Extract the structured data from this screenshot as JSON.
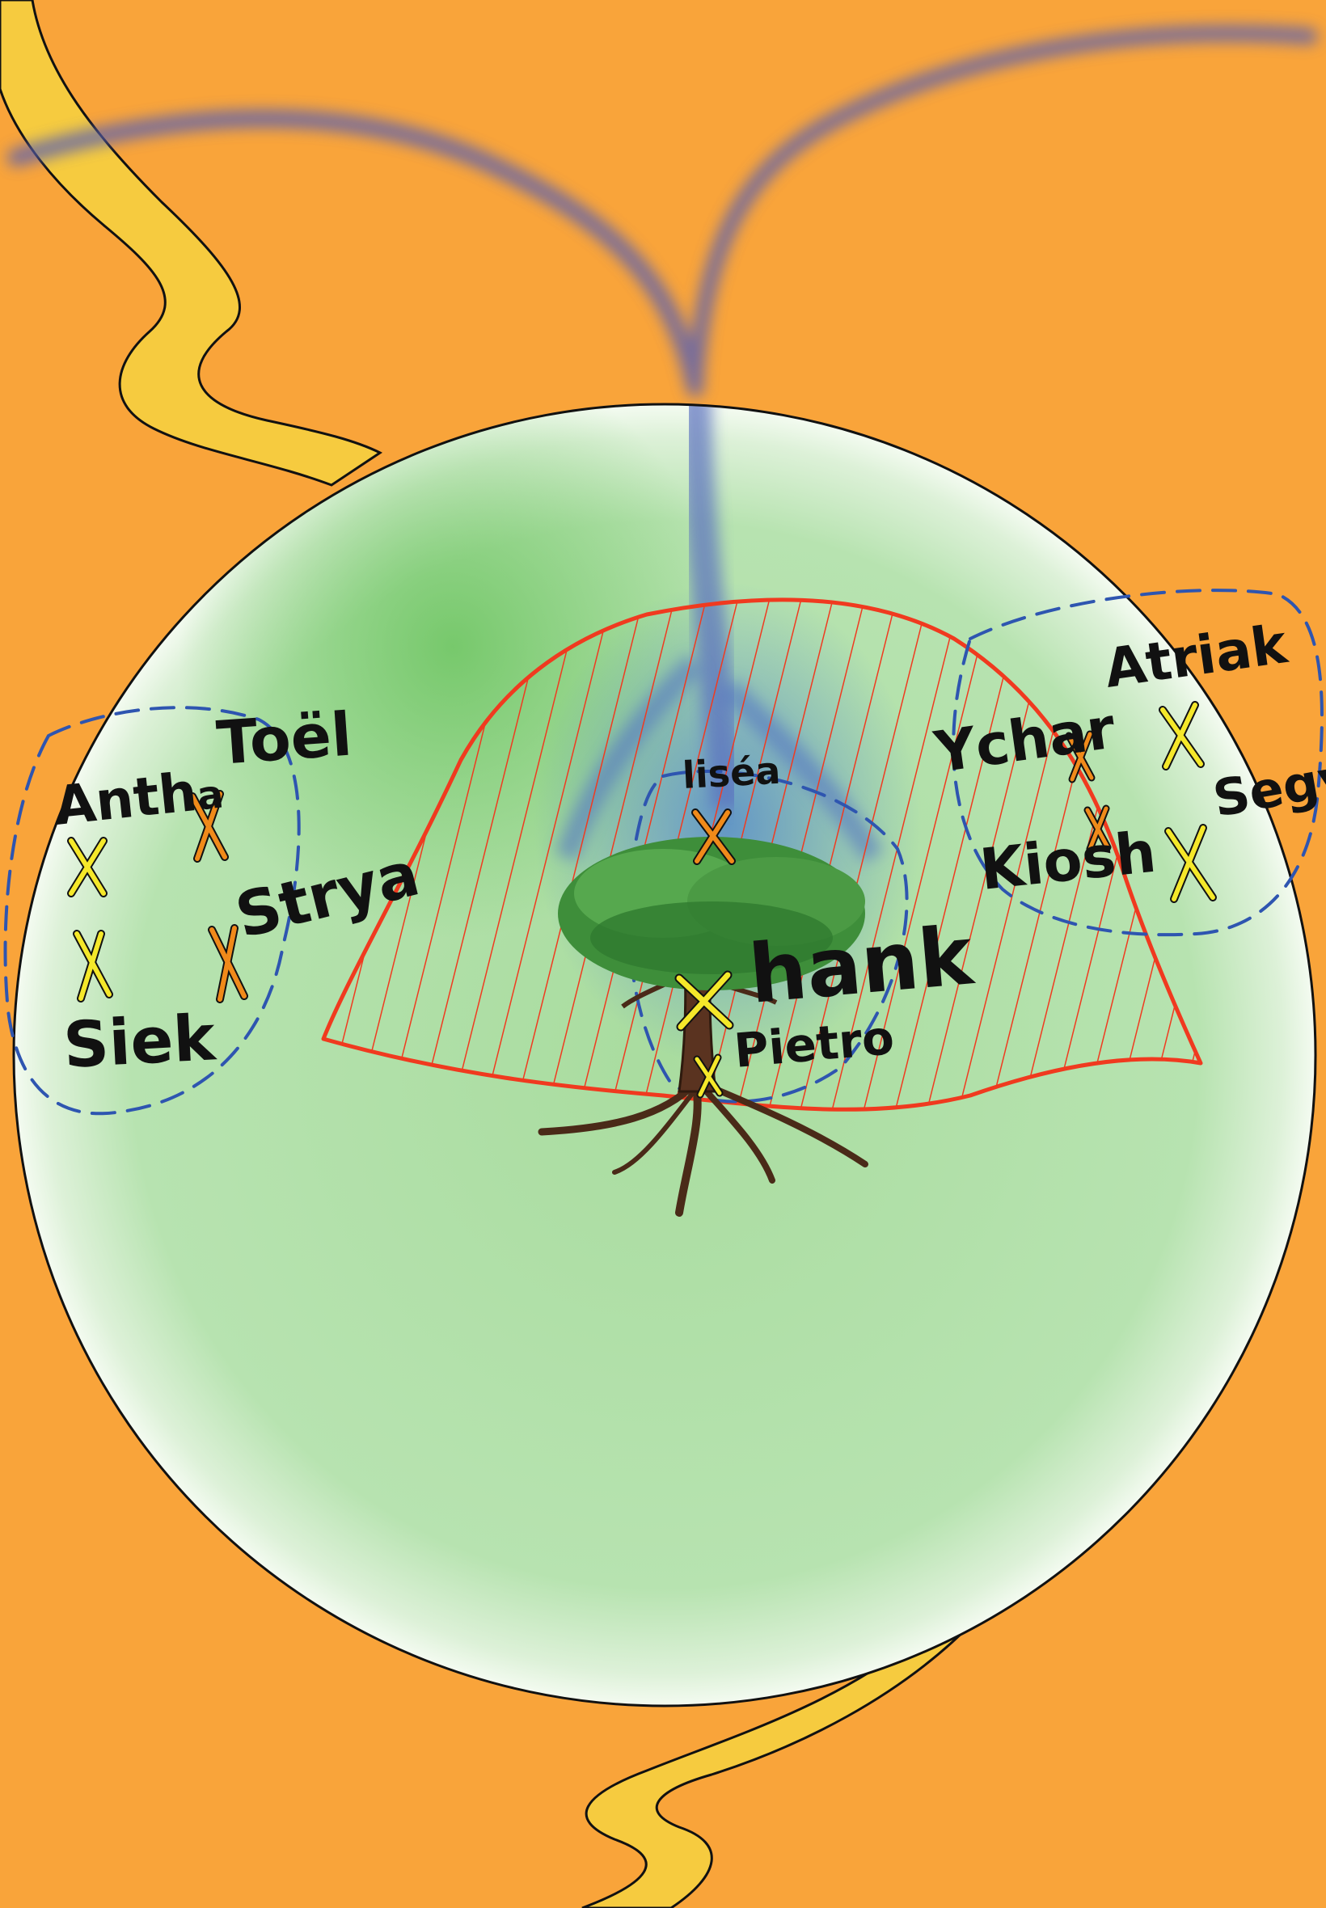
{
  "colors": {
    "background": "#F9A43A",
    "river": "#F6CB3F",
    "globe_fill": "#B7E3B0",
    "globe_dark": "#79C86E",
    "territory": "#F03A1F",
    "boundary": "#2E55B0",
    "smoke": "#5A60B0",
    "marker_yellow": "#F5E82A",
    "marker_orange": "#F08A1A",
    "trunk": "#5A3320",
    "canopy": "#3E8E3A"
  },
  "labels": {
    "anthia": "Anth",
    "anthia_suffix": "a",
    "toel": "Toël",
    "strya": "Strya",
    "siek": "Siek",
    "lisea": "liséa",
    "hank": "hank",
    "pietro": "Pietro",
    "ychar": "Ychar",
    "kiosh": "Kiosh",
    "atriak": "Atriak",
    "segy": "Segy"
  },
  "markers": [
    {
      "name": "anthia-marker",
      "color": "yellow"
    },
    {
      "name": "toel-marker",
      "color": "orange"
    },
    {
      "name": "siek-marker",
      "color": "yellow"
    },
    {
      "name": "strya-marker",
      "color": "orange"
    },
    {
      "name": "lisea-marker",
      "color": "orange"
    },
    {
      "name": "hank-marker",
      "color": "yellow"
    },
    {
      "name": "pietro-marker",
      "color": "yellow"
    },
    {
      "name": "ychar-marker",
      "color": "orange"
    },
    {
      "name": "kiosh-marker",
      "color": "orange"
    },
    {
      "name": "atriak-marker",
      "color": "yellow"
    },
    {
      "name": "segy-marker",
      "color": "yellow"
    }
  ]
}
